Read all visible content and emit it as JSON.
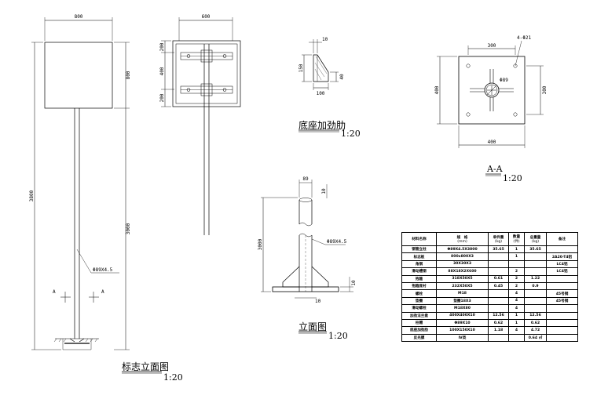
{
  "elevation": {
    "dim_width": "800",
    "dim_sign_height": "800",
    "dim_total_height": "3800",
    "dim_pole_height": "3000",
    "pipe_label": "Φ89X4.5",
    "section_mark_left": "A",
    "section_mark_right": "A",
    "title": "标志立面图",
    "scale": "1:20"
  },
  "back_view": {
    "dim_width": "600",
    "dim_top": "200",
    "dim_mid": "400",
    "dim_bottom": "200"
  },
  "rib": {
    "dim_top": "10",
    "dim_height": "150",
    "dim_small": "40",
    "dim_base": "100",
    "title": "底座加劲肋",
    "scale": "1:20"
  },
  "side": {
    "dim_top": "89",
    "dim_top2": "10",
    "dim_height": "3000",
    "dim_plate": "10",
    "dim_base": "10",
    "pipe_label": "Φ89X4.5",
    "title": "立面图",
    "scale": "1:20"
  },
  "section": {
    "dim_top": "300",
    "dim_holes": "4-Φ21",
    "dim_circle": "Φ89",
    "dim_left": "400",
    "dim_right": "300",
    "dim_bottom": "400",
    "title": "A-A",
    "scale": "1:20"
  },
  "materials": {
    "headers": {
      "name": "材料名称",
      "spec": "规　格",
      "spec_unit": "(mm)",
      "unit_weight": "单件重",
      "unit_weight_unit": "(kg)",
      "qty": "数量",
      "qty_unit": "(件)",
      "total": "总重量",
      "total_unit": "(kg)",
      "note": "备注"
    },
    "rows": [
      {
        "name": "钢管立柱",
        "spec": "Φ89X4.5X3800",
        "unit": "35.65",
        "qty": "1",
        "total": "35.65",
        "note": ""
      },
      {
        "name": "标志板",
        "spec": "800x800X3",
        "unit": "",
        "qty": "1",
        "total": "",
        "note": "2A20-T4铝"
      },
      {
        "name": "角钢",
        "spec": "30X30X3",
        "unit": "",
        "qty": "",
        "total": "",
        "note": "LC4铝"
      },
      {
        "name": "滑动槽钢",
        "spec": "88X18X2X600",
        "unit": "",
        "qty": "2",
        "total": "",
        "note": "LC4铝"
      },
      {
        "name": "抱箍",
        "spec": "318X50X5",
        "unit": "0.61",
        "qty": "2",
        "total": "1.22",
        "note": ""
      },
      {
        "name": "抱箍底衬",
        "spec": "232X50X5",
        "unit": "0.45",
        "qty": "2",
        "total": "0.9",
        "note": ""
      },
      {
        "name": "螺栓",
        "spec": "M18",
        "unit": "",
        "qty": "4",
        "total": "",
        "note": "45号钢"
      },
      {
        "name": "垫圈",
        "spec": "垫圈18X3",
        "unit": "",
        "qty": "4",
        "total": "",
        "note": "45号钢"
      },
      {
        "name": "滑动螺栓",
        "spec": "M18X80",
        "unit": "",
        "qty": "4",
        "total": "",
        "note": ""
      },
      {
        "name": "加劲法兰盘",
        "spec": "400X400X10",
        "unit": "12.56",
        "qty": "1",
        "total": "12.56",
        "note": ""
      },
      {
        "name": "柱帽",
        "spec": "Φ89X10",
        "unit": "0.62",
        "qty": "1",
        "total": "0.62",
        "note": ""
      },
      {
        "name": "底座加劲肋",
        "spec": "100X150X10",
        "unit": "1.18",
        "qty": "4",
        "total": "4.72",
        "note": ""
      },
      {
        "name": "反光膜",
        "spec": "Ⅳ类",
        "unit": "",
        "qty": "",
        "total": "0.64 ㎡",
        "note": ""
      }
    ]
  }
}
